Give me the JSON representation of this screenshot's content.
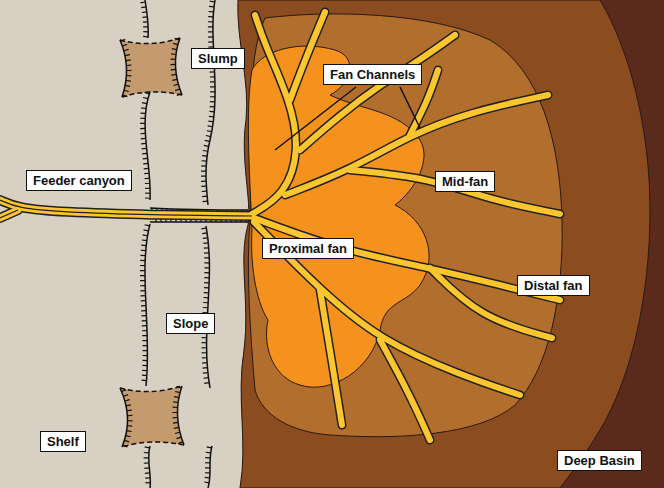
{
  "diagram": {
    "labels": [
      "Slump",
      "Fan Channels",
      "Feeder canyon",
      "Mid-fan",
      "Proximal fan",
      "Distal fan",
      "Slope",
      "Shelf",
      "Deep Basin"
    ]
  }
}
